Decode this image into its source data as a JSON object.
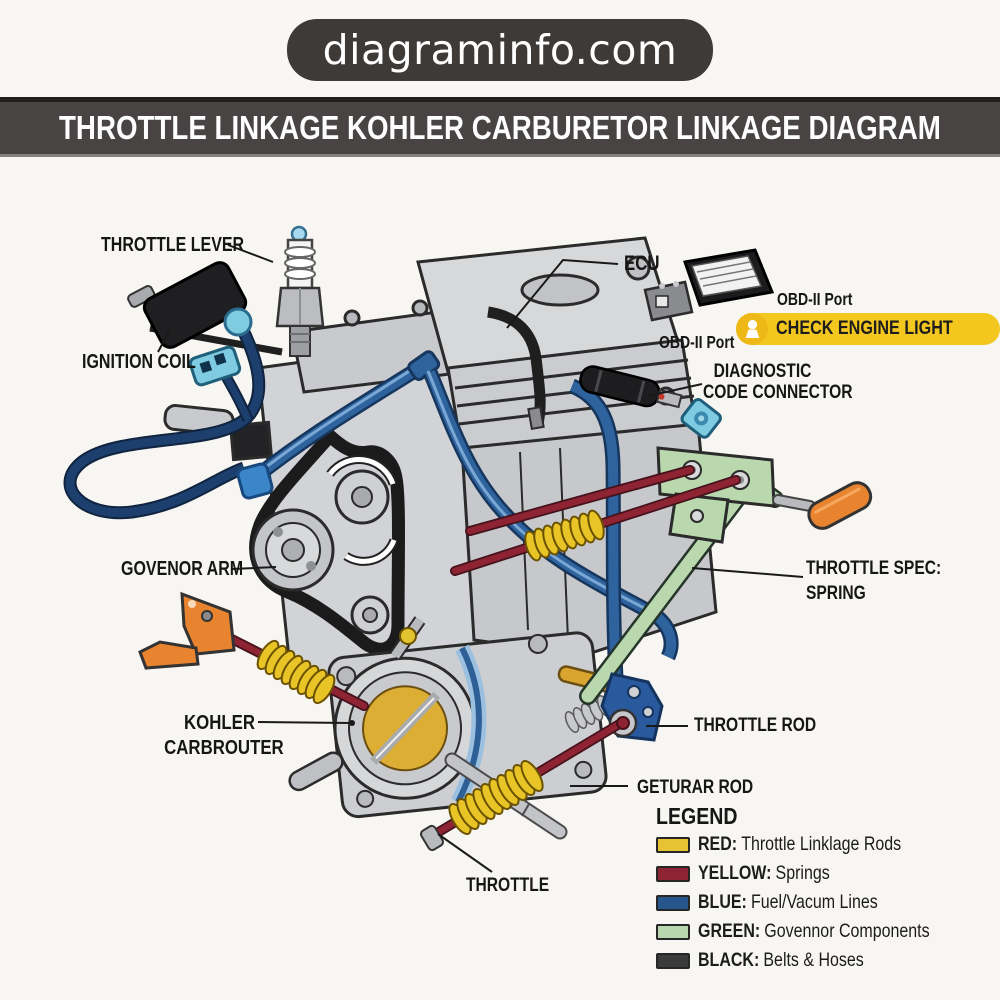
{
  "site_banner": {
    "text": "diagraminfo.com"
  },
  "title_bar": {
    "title": "THROTTLE LINKAGE KOHLER CARBURETOR LINKAGE DIAGRAM"
  },
  "labels": {
    "throttle_lever": "THROTTLE LEVER",
    "ignition_coil": "IGNITION COIL",
    "ecu": "ECU",
    "obd_port_right": "OBD-II Port",
    "obd_port_left": "OBD-II Port",
    "check_engine_light": "CHECK ENGINE LIGHT",
    "diagnostic_line1": "DIAGNOSTIC",
    "diagnostic_line2": "CODE CONNECTOR",
    "govenor_arm": "GOVENOR ARM",
    "throttle_spec_line1": "THROTTLE SPEC:",
    "throttle_spec_line2": "SPRING",
    "kohler_line1": "KOHLER",
    "kohler_line2": "CARBROUTER",
    "throttle_rod": "THROTTLE ROD",
    "geturar_rod": "GETURAR ROD",
    "throttle": "THROTTLE"
  },
  "legend": {
    "title": "LEGEND",
    "items": [
      {
        "name": "RED:",
        "desc": "Throttle Linklage Rods",
        "swatch": "#e7c232"
      },
      {
        "name": "YELLOW:",
        "desc": "Springs",
        "swatch": "#8e2433"
      },
      {
        "name": "BLUE:",
        "desc": "Fuel/Vacum Lines",
        "swatch": "#27568c"
      },
      {
        "name": "GREEN:",
        "desc": "Govennor Components",
        "swatch": "#b8d9b0"
      },
      {
        "name": "BLACK:",
        "desc": "Belts & Hoses",
        "swatch": "#3b3b3b"
      }
    ]
  },
  "colors": {
    "badge_yellow": "#f3c71e",
    "rod_red": "#8e2433",
    "spring_yellow": "#e9c427",
    "fuel_line_blue": "#2e639e",
    "governor_green": "#b9d8ae",
    "lever_orange": "#e8842f",
    "title_bar_bg": "#474443"
  }
}
